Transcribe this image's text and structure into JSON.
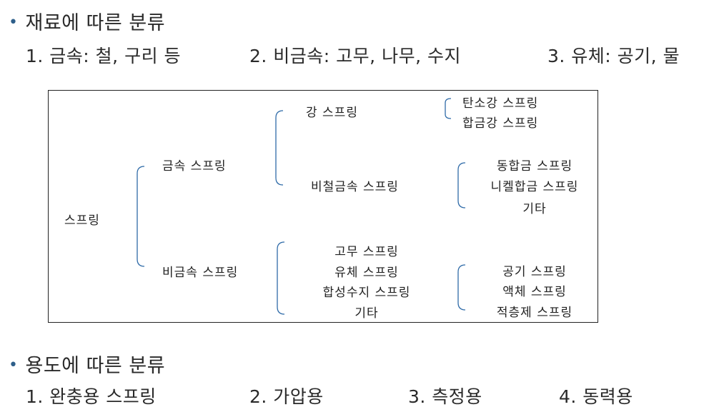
{
  "sections": {
    "material": {
      "title": "재료에 따른 분류",
      "items": [
        "1. 금속: 철, 구리 등",
        "2. 비금속: 고무, 나무, 수지",
        "3. 유체: 공기, 물"
      ]
    },
    "usage": {
      "title": "용도에 따른 분류",
      "items": [
        "1. 완충용 스프링",
        "2. 가압용",
        "3. 측정용",
        "4. 동력용"
      ]
    }
  },
  "tree": {
    "root": "스프링",
    "metal": "금속 스프링",
    "nonmetal": "비금속 스프링",
    "steel": "강 스프링",
    "nonferrous": "비철금속 스프링",
    "carbon_steel": "탄소강 스프링",
    "alloy_steel": "합금강 스프링",
    "copper_alloy": "동합금 스프링",
    "nickel_alloy": "니켈합금 스프링",
    "nonferrous_other": "기타",
    "rubber": "고무 스프링",
    "fluid": "유체 스프링",
    "synthetic_resin": "합성수지 스프링",
    "nonmetal_other": "기타",
    "air": "공기 스프링",
    "liquid": "액체 스프링",
    "laminated": "적층제 스프링"
  },
  "colors": {
    "bullet": "#2e5f8a",
    "bracket": "#2f6ba8",
    "border": "#222222"
  },
  "icons": {
    "bullet": "bullet-dot-icon"
  }
}
